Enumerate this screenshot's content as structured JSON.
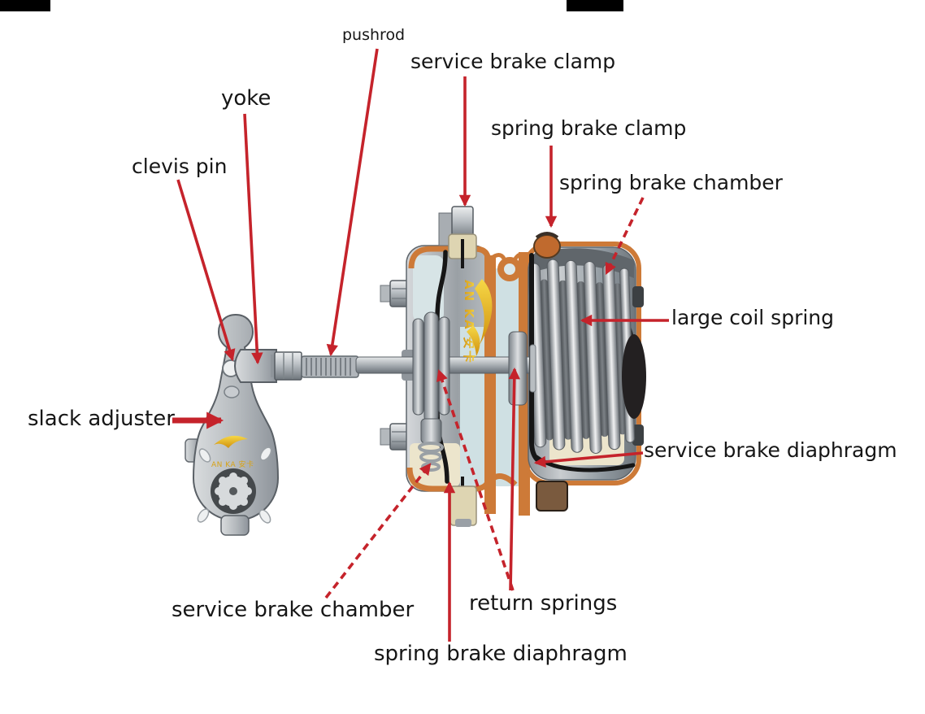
{
  "diagram": {
    "kind": "labeled cutaway diagram",
    "subject_shown": "spring brake chamber assembly with slack adjuster"
  },
  "labels": [
    {
      "id": "pushrod",
      "text": "pushrod"
    },
    {
      "id": "service-brake-clamp",
      "text": "service brake clamp"
    },
    {
      "id": "spring-brake-clamp",
      "text": "spring brake clamp"
    },
    {
      "id": "spring-brake-chamber",
      "text": "spring brake chamber"
    },
    {
      "id": "large-coil-spring",
      "text": "large coil spring"
    },
    {
      "id": "service-brake-diaphragm",
      "text": "service brake diaphragm"
    },
    {
      "id": "slack-adjuster",
      "text": "slack adjuster"
    },
    {
      "id": "clevis-pin",
      "text": "clevis pin"
    },
    {
      "id": "yoke",
      "text": "yoke"
    },
    {
      "id": "service-brake-chamber",
      "text": "service brake chamber"
    },
    {
      "id": "return-springs",
      "text": "return springs"
    },
    {
      "id": "spring-brake-diaphragm",
      "text": "spring brake diaphragm"
    }
  ],
  "watermark": {
    "brand_text": "AN KA 安卡"
  },
  "colors": {
    "background": "#ffffff",
    "label_text": "#161616",
    "arrow_red": "#c5232b",
    "section_orange": "#cd7a38",
    "interior_blue": "#cfe0e3",
    "diaphragm_black": "#161616",
    "metal_gray": "#aab0b5",
    "cream": "#ece5cc",
    "gold": "#e8b61e"
  }
}
